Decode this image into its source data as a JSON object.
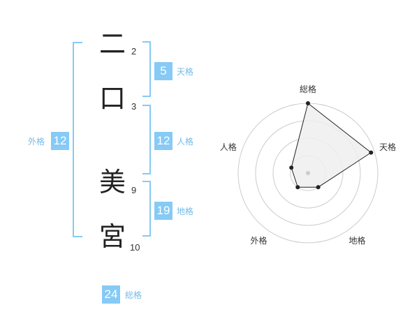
{
  "colors": {
    "accent": "#86caf5",
    "accent_text": "#74bbe9",
    "grid": "#cccccc",
    "polygon_fill": "#eeeeee",
    "polygon_stroke": "#222222"
  },
  "name": {
    "chars": [
      {
        "char": "二",
        "strokes": "2"
      },
      {
        "char": "口",
        "strokes": "3"
      },
      {
        "char": "美",
        "strokes": "9"
      },
      {
        "char": "宮",
        "strokes": "10"
      }
    ]
  },
  "fortune": {
    "tenkaku": {
      "value": "5",
      "label": "天格"
    },
    "jinkaku": {
      "value": "12",
      "label": "人格"
    },
    "chikaku": {
      "value": "19",
      "label": "地格"
    },
    "gaikaku": {
      "value": "12",
      "label": "外格"
    },
    "soukaku": {
      "value": "24",
      "label": "総格"
    }
  },
  "chart_data": {
    "type": "radar",
    "axes": [
      "総格",
      "天格",
      "地格",
      "外格",
      "人格"
    ],
    "rings": 4,
    "values": [
      4,
      3.8,
      1,
      1,
      1
    ]
  }
}
